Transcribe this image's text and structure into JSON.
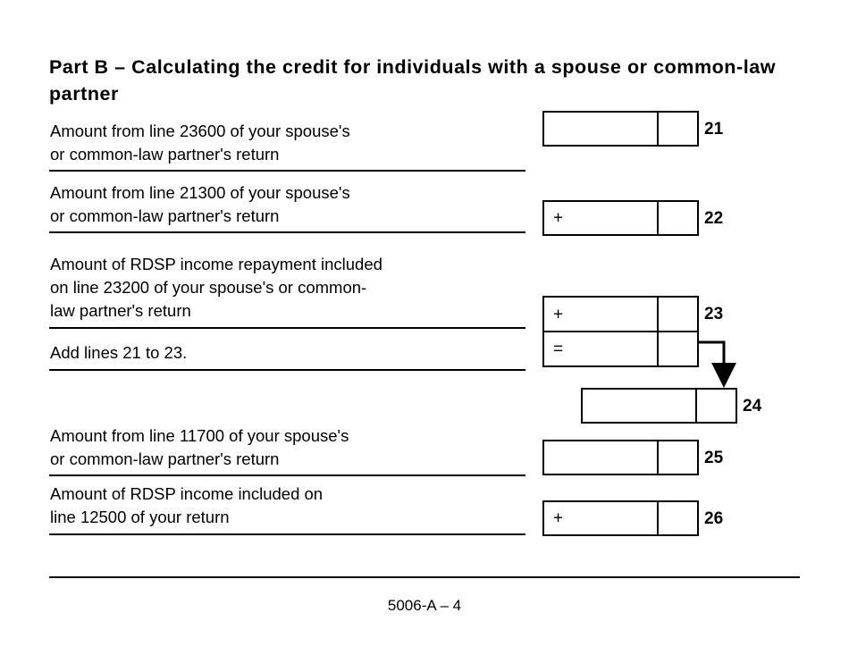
{
  "document": {
    "heading": "Part B – Calculating the credit for individuals with a spouse or common-law partner",
    "form_id": "5006-A – 4"
  },
  "rows": [
    {
      "label": "Amount from line 23600 of your spouse's\nor common-law partner's return",
      "operator": "",
      "line_number": "21",
      "dollars_value": "",
      "cents_value": ""
    },
    {
      "label": "Amount from line 21300 of your spouse's\nor common-law partner's return",
      "operator": "+",
      "line_number": "22",
      "dollars_value": "",
      "cents_value": ""
    },
    {
      "label": "Amount of RDSP income repayment included\non line 23200 of your spouse's or common-\nlaw partner's return",
      "operator": "+",
      "line_number": "23",
      "dollars_value": "",
      "cents_value": ""
    },
    {
      "label": "Add lines 21 to 23.",
      "operator": "=",
      "line_number": "",
      "dollars_value": "",
      "cents_value": ""
    },
    {
      "label": "",
      "operator": "",
      "line_number": "24",
      "dollars_value": "",
      "cents_value": ""
    },
    {
      "label": "Amount from line 11700 of your spouse's\nor common-law partner's return",
      "operator": "",
      "line_number": "25",
      "dollars_value": "",
      "cents_value": ""
    },
    {
      "label": "Amount of RDSP income included on\nline 12500 of your return",
      "operator": "+",
      "line_number": "26",
      "dollars_value": "",
      "cents_value": ""
    }
  ],
  "colors": {
    "ink": "#000000",
    "page": "#ffffff"
  }
}
